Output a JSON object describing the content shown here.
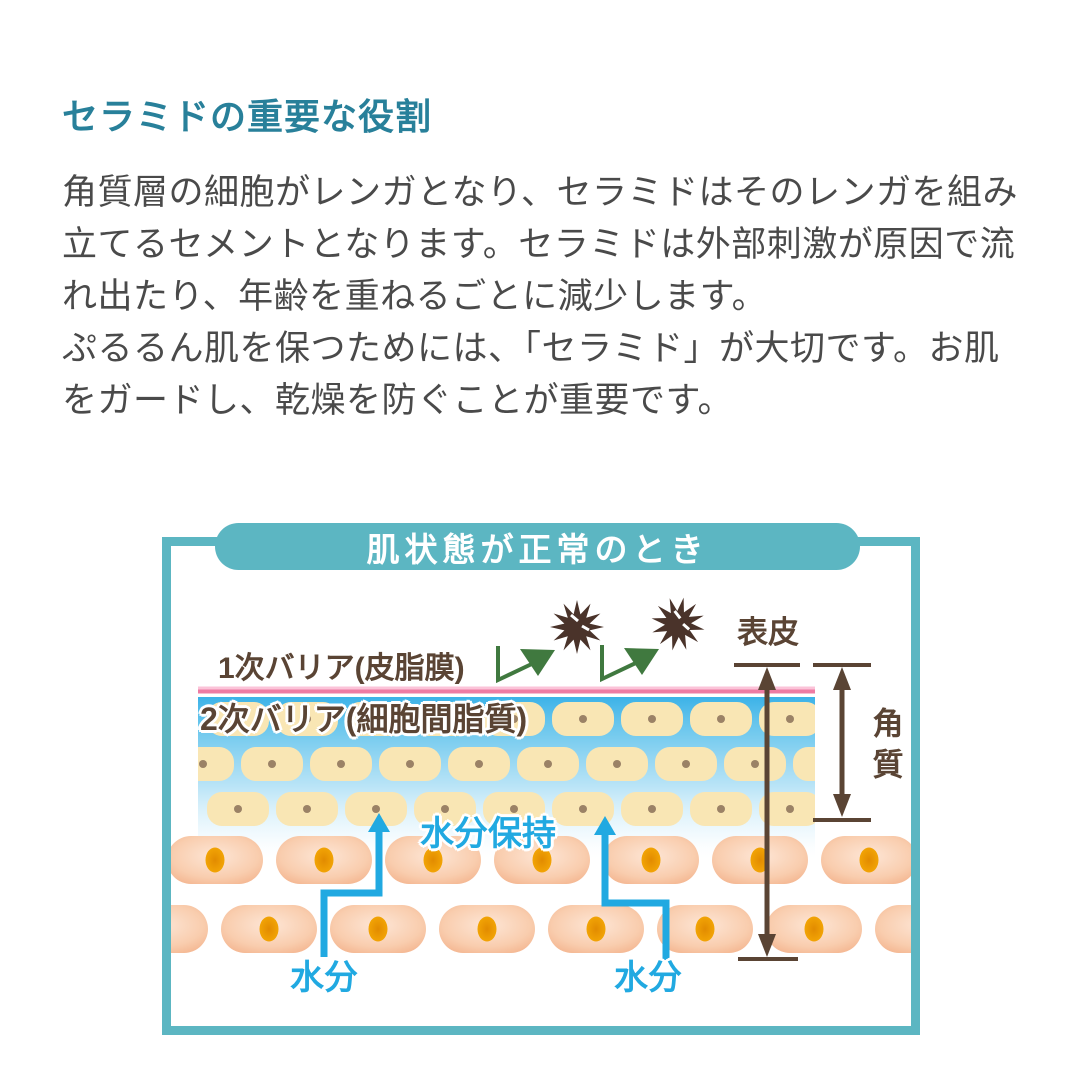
{
  "article": {
    "heading": "セラミドの重要な役割",
    "body": "角質層の細胞がレンガとなり、セラミドはそのレンガを組み\n立てるセメントとなります。セラミドは外部刺激が原因で流\nれ出たり、年齢を重ねるごとに減少します。\nぷるるん肌を保つためには、「セラミド」が大切です。お肌\nをガードし、乾燥を防ぐことが重要です。"
  },
  "diagram": {
    "title": "肌状態が正常のとき",
    "labels": {
      "primary_barrier": "1次バリア(皮脂膜)",
      "secondary_barrier": "2次バリア(細胞間脂質)",
      "epidermis": "表皮",
      "stratum_corneum": "角質",
      "moisture_retention": "水分保持",
      "moisture_left": "水分",
      "moisture_right": "水分"
    },
    "colors": {
      "accent_teal": "#5cb6c2",
      "heading_teal": "#28809a",
      "body_text": "#4a4a4a",
      "label_brown": "#5a4434",
      "stimulus_star_brown": "#4a332a",
      "deflect_arrow_green": "#40793f",
      "water_blue": "#21a9e1",
      "sebum_pink": "#ee7ba3",
      "lipid_blue": "#3cb2e8",
      "corneocyte_cream": "#f9e6b4",
      "skin_cell_peach": "#f9cdae",
      "nucleus_orange": "#ee9b03"
    }
  }
}
